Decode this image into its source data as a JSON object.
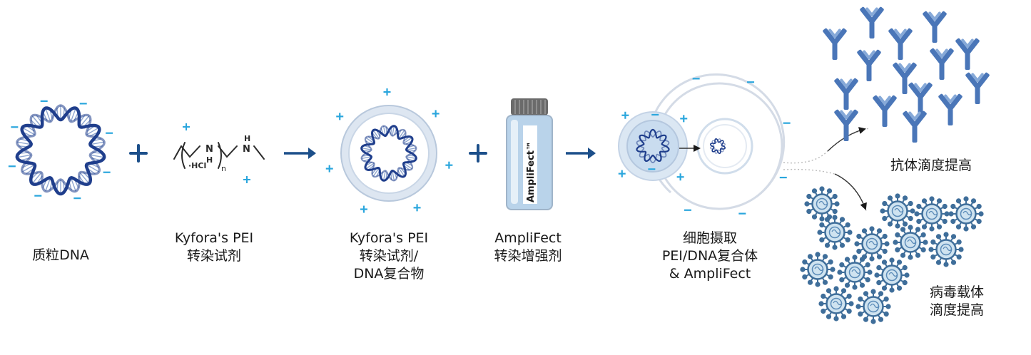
{
  "colors": {
    "dna_dark": "#1f3e8c",
    "dna_light": "#d3def0",
    "charge": "#2aa6dd",
    "arrow": "#1c4f8a",
    "antibody": "#4a76b8",
    "virus": "#3f6e9a",
    "cell": "#dde4ef",
    "complex_fill": "#c9dcef"
  },
  "icons": {
    "plus_operator": "plus-icon",
    "process_arrow": "right-arrow-icon",
    "antibody": "antibody-icon",
    "virus": "virus-icon"
  },
  "pei_formula": {
    "salt": "·HCl",
    "subscript": "n",
    "nitrogen": "N",
    "hydrogen": "H"
  },
  "vial": {
    "brand": "AmpliFect™"
  },
  "steps": {
    "plasmid": [
      "质粒DNA"
    ],
    "pei_reagent": [
      "Kyfora's PEI",
      "转染试剂"
    ],
    "pei_complex": [
      "Kyfora's PEI",
      "转染试剂/",
      "DNA复合物"
    ],
    "amplifect": [
      "AmpliFect",
      "转染增强剂"
    ],
    "uptake": [
      "细胞摄取",
      "PEI/DNA复合体",
      "& AmpliFect"
    ]
  },
  "outcomes": {
    "antibody_titer": [
      "抗体滴度提高"
    ],
    "viral_titer": [
      "病毒载体",
      "滴度提高"
    ]
  }
}
